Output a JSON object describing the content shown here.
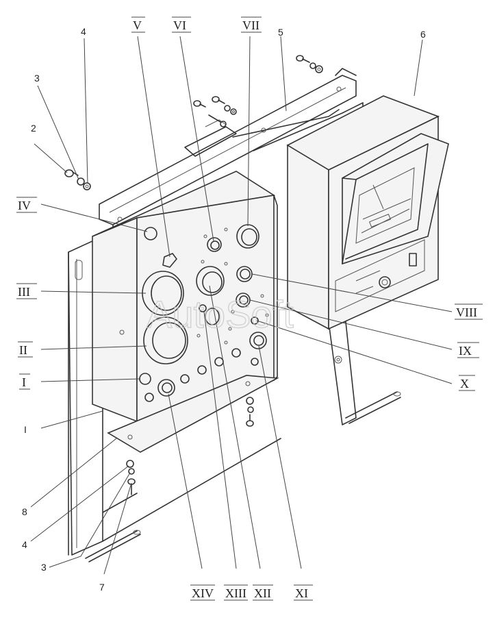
{
  "watermark": "AutoSoft",
  "roman_labels": {
    "IV": "IV",
    "III": "III",
    "II": "II",
    "I": "I",
    "V": "V",
    "VI": "VI",
    "VII": "VII",
    "VIII": "VIII",
    "IX": "IX",
    "X": "X",
    "XI": "XI",
    "XII": "XII",
    "XIII": "XIII",
    "XIV": "XIV"
  },
  "part_numbers": {
    "p2": "2",
    "p3_top": "3",
    "p4_top": "4",
    "p5": "5",
    "p6": "6",
    "p1": "I",
    "p8": "8",
    "p4_bottom": "4",
    "p3_bottom": "3",
    "p7": "7"
  }
}
